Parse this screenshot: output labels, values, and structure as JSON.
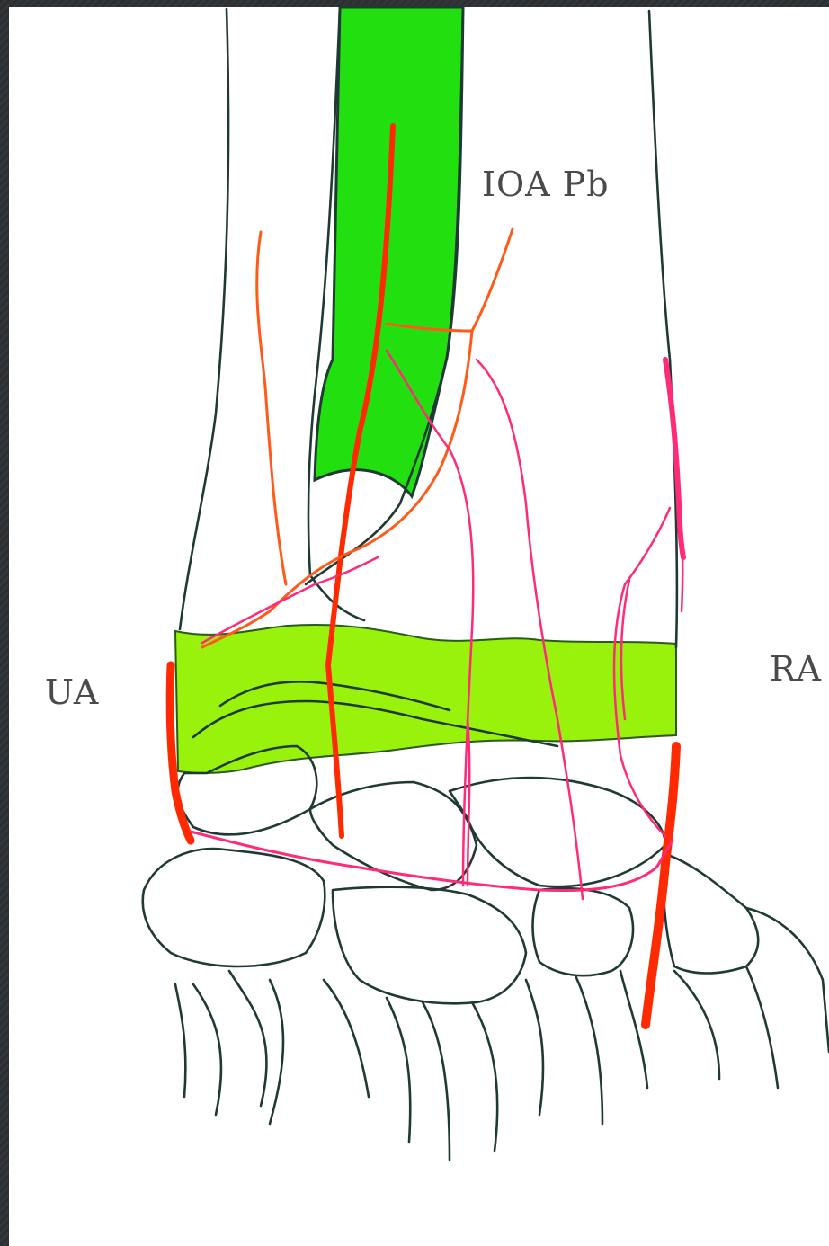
{
  "labels": {
    "ioa_pb": "IOA Pb",
    "ua": "UA",
    "ra": "RA"
  },
  "colors": {
    "background": "#2f3133",
    "canvas": "#ffffff",
    "outline": "#1f3a34",
    "bone_green": "#22e010",
    "band_green": "#98f20c",
    "artery_red": "#ff2a00",
    "artery_orange": "#ff5a1a",
    "artery_pink": "#ff2a78"
  }
}
